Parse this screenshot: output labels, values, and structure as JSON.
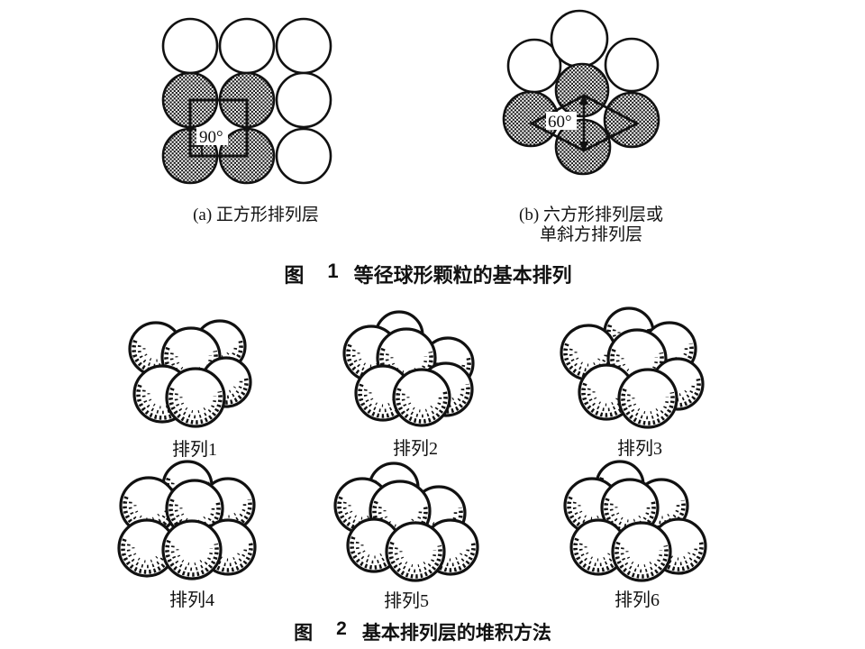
{
  "figure1": {
    "panel_a": {
      "label": "(a) 正方形排列层",
      "angle": "90°"
    },
    "panel_b": {
      "label_line1": "(b) 六方形排列层或",
      "label_line2": "单斜方排列层",
      "angle": "60°"
    },
    "caption": {
      "prefix": "图",
      "number": "1",
      "title": "等径球形颗粒的基本排列"
    }
  },
  "figure2": {
    "arrangements": [
      {
        "label": "排列1"
      },
      {
        "label": "排列2"
      },
      {
        "label": "排列3"
      },
      {
        "label": "排列4"
      },
      {
        "label": "排列5"
      },
      {
        "label": "排列6"
      }
    ],
    "caption": {
      "prefix": "图",
      "number": "2",
      "title": "基本排列层的堆积方法"
    }
  },
  "colors": {
    "ink": "#111111",
    "paper": "#ffffff"
  }
}
